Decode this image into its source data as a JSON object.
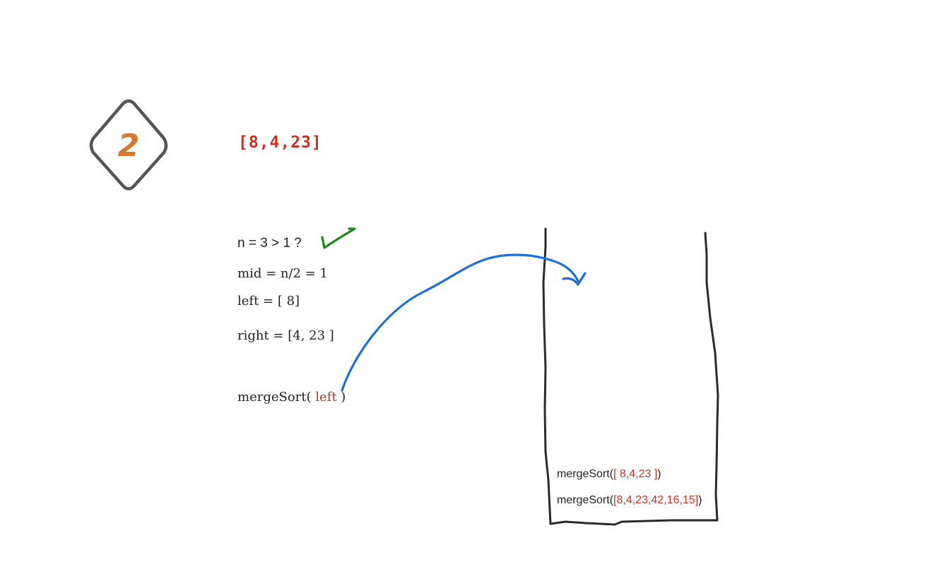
{
  "step": {
    "number": "2"
  },
  "array_title": "[8,4,23]",
  "condition": {
    "text": "n = 3 > 1 ?",
    "check_color": "#1e8a1e"
  },
  "notes": {
    "mid": "mid = n/2 = 1",
    "left": "left = [ 8]",
    "right": "right = [4, 23 ]"
  },
  "call": {
    "fn_open": "mergeSort( ",
    "arg": "left",
    "fn_close": " )"
  },
  "stack": {
    "frames": [
      {
        "fn": "mergeSort(",
        "arg": "[ 8,4,23 ]",
        "close": ")"
      },
      {
        "fn": "mergeSort(",
        "arg": "[8,4,23,42,16,15]",
        "close": ")"
      }
    ]
  },
  "colors": {
    "accent_red": "#c8321e",
    "step_orange": "#d4792f",
    "arrow_blue": "#1a6fdc",
    "outline_gray": "#555555"
  }
}
